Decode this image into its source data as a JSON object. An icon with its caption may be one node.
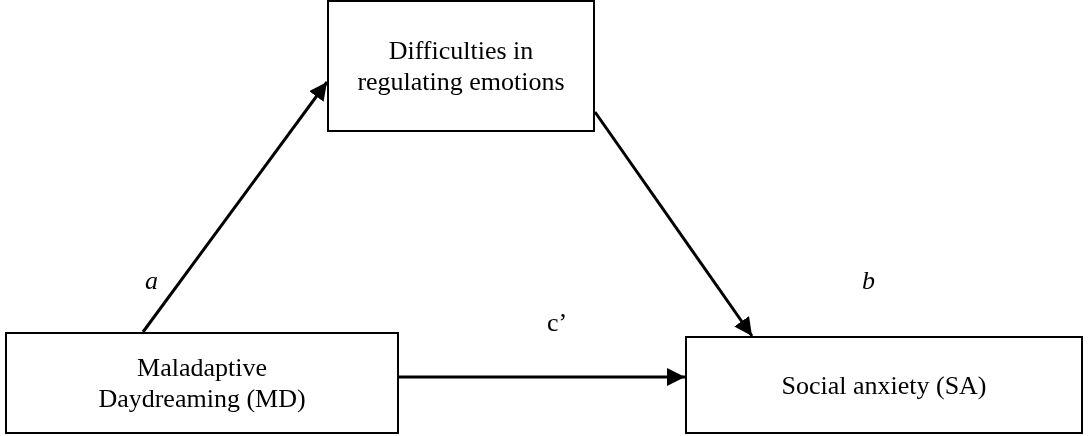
{
  "diagram": {
    "nodes": [
      {
        "text": [
          "Difficulties in regulating emotions"
        ]
      },
      {
        "text": [
          "Maladaptive Daydreaming (MD)"
        ]
      },
      {
        "text": [
          "Social anxiety (SA)"
        ]
      }
    ],
    "edges": [
      {
        "from": 1,
        "to": 0,
        "arrow": "to",
        "label": "*a*"
      },
      {
        "from": 0,
        "to": 2,
        "arrow": "to",
        "label": "*b*"
      },
      {
        "from": 1,
        "to": 2,
        "arrow": "to",
        "label": "c’"
      }
    ]
  }
}
